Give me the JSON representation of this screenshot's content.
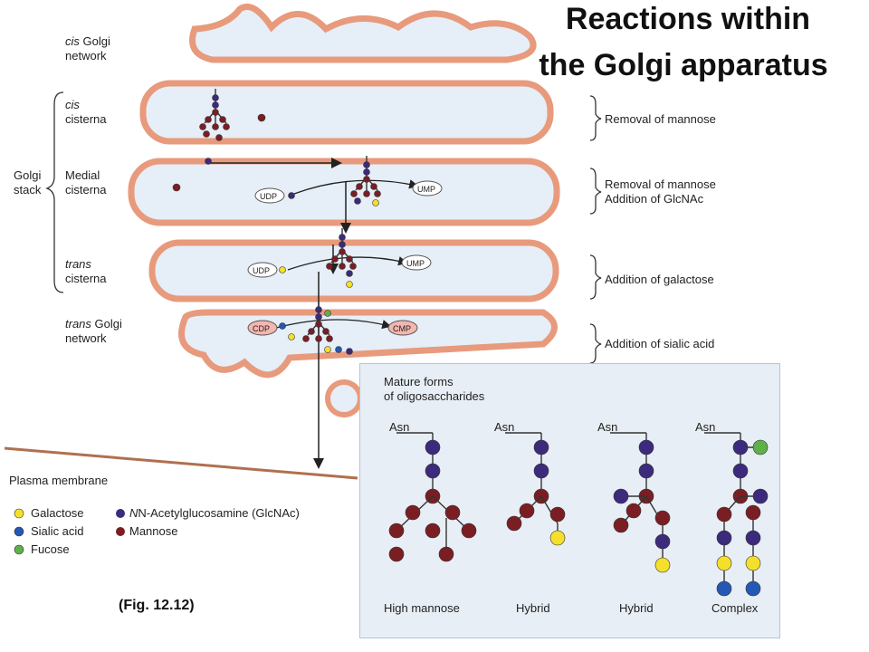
{
  "title": {
    "line1": "Reactions within",
    "line2": "the Golgi apparatus"
  },
  "compartments": {
    "cis_network": [
      "cis",
      "Golgi",
      "network"
    ],
    "cis_cisterna": [
      "cis",
      "cisterna"
    ],
    "medial_cisterna": [
      "Medial",
      "cisterna"
    ],
    "trans_cisterna": [
      "trans",
      "cisterna"
    ],
    "trans_network": [
      "trans",
      "Golgi",
      "network"
    ],
    "golgi_stack": [
      "Golgi",
      "stack"
    ]
  },
  "reactions": {
    "cis": "Removal of mannose",
    "medial_1": "Removal of mannose",
    "medial_2": "Addition of GlcNAc",
    "trans": "Addition of galactose",
    "trans_network": "Addition of sialic acid"
  },
  "nucleotides": {
    "udp": "UDP",
    "ump": "UMP",
    "cdp": "CDP",
    "cmp": "CMP"
  },
  "plasma_membrane": "Plasma membrane",
  "legend": {
    "galactose": "Galactose",
    "sialic": "Sialic acid",
    "fucose": "Fucose",
    "glcnac": "N-Acetylglucosamine (GlcNAc)",
    "mannose": "Mannose"
  },
  "mature": {
    "title_line1": "Mature forms",
    "title_line2": "of oligosaccharides",
    "asn": "Asn",
    "types": [
      "High mannose",
      "Hybrid",
      "Hybrid",
      "Complex"
    ]
  },
  "figure_ref": "(Fig. 12.12)",
  "colors": {
    "membrane": "#e89a7c",
    "lumen": "#e6eef7",
    "mannose": "#7a1e24",
    "glcnac": "#3c2a7c",
    "galactose": "#f4e02b",
    "sialic": "#2458b4",
    "fucose": "#5fb04a"
  }
}
